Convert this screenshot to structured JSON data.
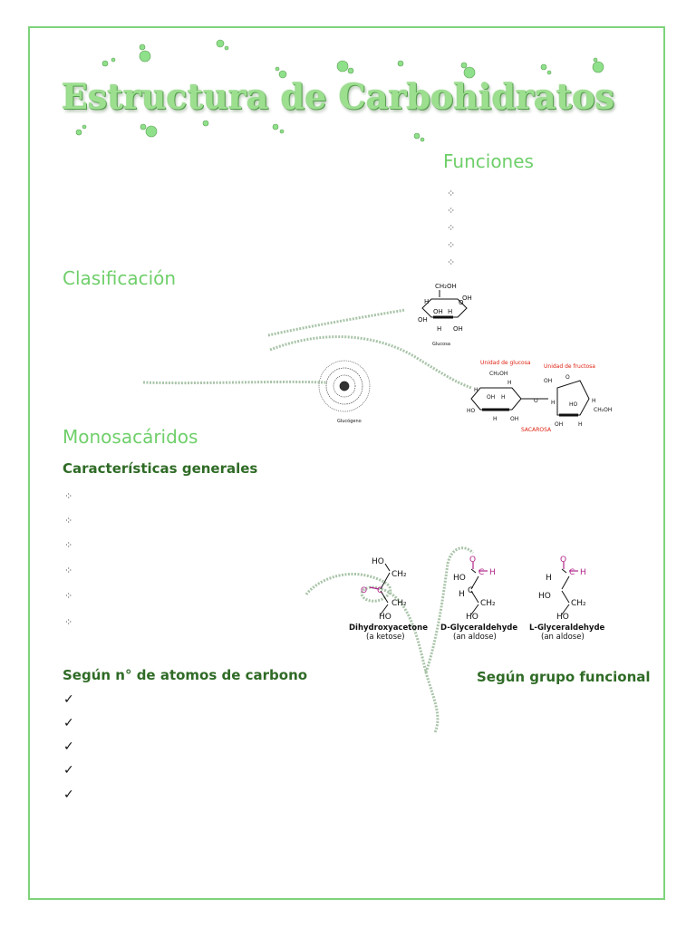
{
  "title": "Estructura de Carbohidratos",
  "headings": {
    "funciones": "Funciones",
    "clasificacion": "Clasificación",
    "monosacaridos": "Monosacáridos",
    "caracteristicas": "Características generales",
    "segun_carbono": "Según n° de atomos de carbono",
    "segun_grupo": "Según grupo funcional"
  },
  "bullet_symbol": "⁘",
  "check_symbol": "✓",
  "glucose": {
    "ch2oh": "CH₂OH",
    "label": "Glucosa"
  },
  "glycogen": {
    "label": "Glucógeno"
  },
  "sucrose": {
    "glucose_unit": "Unidad de glucosa",
    "fructose_unit": "Unidad de fructosa",
    "label": "SACAROSA"
  },
  "monosaccharides": [
    {
      "name": "Dihydroxyacetone",
      "type": "(a ketose)"
    },
    {
      "name": "D-Glyceraldehyde",
      "type": "(an aldose)"
    },
    {
      "name": "L-Glyceraldehyde",
      "type": "(an aldose)"
    }
  ],
  "colors": {
    "border": "#7ed37a",
    "heading_light": "#6fcf6a",
    "heading_dark": "#2f6b26",
    "carbonyl": "#b0258a"
  }
}
